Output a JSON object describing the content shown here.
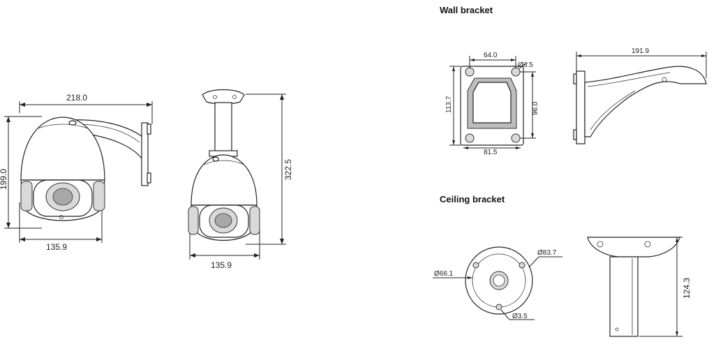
{
  "sections": {
    "wall_bracket_title": "Wall bracket",
    "ceiling_bracket_title": "Ceiling bracket"
  },
  "camera_wall_view": {
    "dim_bracket_length": "218.0",
    "dim_height": "199.0",
    "dim_width": "135.9"
  },
  "camera_ceiling_view": {
    "dim_total_height": "322.5",
    "dim_width": "135.9"
  },
  "wall_bracket": {
    "plate_dim_hole_spacing_top": "64.0",
    "plate_dim_hole_dia": "Ø6.5",
    "plate_dim_height": "113.7",
    "plate_dim_hole_spacing_vertical": "96.0",
    "plate_dim_width": "81.5",
    "side_dim_length": "191.9"
  },
  "ceiling_bracket": {
    "dim_outer_dia": "Ø83.7",
    "dim_inner_dia": "Ø66.1",
    "dim_hole_dia": "Ø3.5",
    "dim_height": "124.3"
  }
}
